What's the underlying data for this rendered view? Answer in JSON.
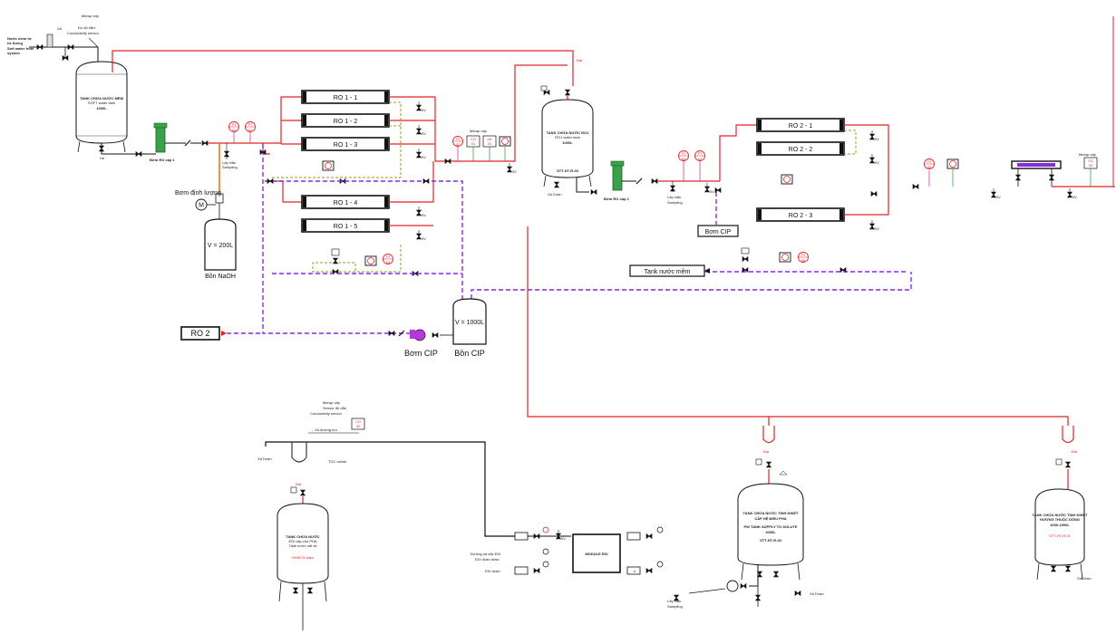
{
  "top_left": {
    "meter_top": "Merap cấp",
    "conductivity": [
      "Đo độ dẫn/",
      "Conductivity sensor"
    ],
    "soft_water_in": [
      "Nước mềm từ",
      "hệ thống",
      "Soft water from",
      "system"
    ],
    "drain_small": "Xả"
  },
  "tank_soft": {
    "lines": [
      "TANK CHỨA NƯỚC MỀM",
      "SOFT water tank",
      "1000L"
    ],
    "drain": "Xả"
  },
  "pump_ro1_label": "Bơm RO cấp 1",
  "sampling": [
    "Lấy mẫu",
    "Sampling"
  ],
  "dosing": {
    "pump_label": "Bơm định lượng",
    "motor": "M",
    "tank_volume": "V = 200L",
    "tank_name": "Bồn NaOH"
  },
  "ro1": {
    "modules": [
      "RO 1 - 1",
      "RO 1 - 2",
      "RO 1 - 3",
      "RO 1 - 4",
      "RO 1 - 5"
    ]
  },
  "instr": {
    "pi01": [
      "PI",
      "01"
    ],
    "pt01": [
      "PT",
      "01"
    ],
    "pi02": [
      "PI",
      "02"
    ],
    "pi03": [
      "PI",
      "03"
    ],
    "pi04": [
      "PI",
      "04"
    ],
    "pt02": [
      "PT",
      "02"
    ],
    "pi05": [
      "PI",
      "05"
    ],
    "pi06": [
      "PI",
      "06"
    ],
    "fi": [
      "CO",
      "01"
    ],
    "ph": [
      "pH",
      "01"
    ],
    "cd": [
      "CD",
      "02"
    ]
  },
  "merap_ro1_out": "Merap cấp",
  "ro2_box": "RO 2",
  "cip": {
    "pump_label": "Bơm CIP",
    "tank_volume": "V = 1000L",
    "tank_name": "Bồn CIP",
    "pump_label_ro2": "Bơm CIP"
  },
  "pass_label": "Đạt",
  "tank_ro1": {
    "lines": [
      "TANK CHỨA NƯỚC RO1",
      "RO1 water tank",
      "1000L"
    ],
    "tag": "STT-HT-R-03",
    "drain": "Xả Drain"
  },
  "pump_ro2_label": "Bơm RO cấp 2",
  "ro2": {
    "modules": [
      "RO 2 - 1",
      "RO 2 - 2",
      "RO 2 - 3"
    ]
  },
  "tank_nuoc_mem": "Tank nước mềm",
  "merap_right": "Merap cấp",
  "bottom_left": {
    "merap": "Merap cấp",
    "sensor": [
      "Sensor độ dẫn",
      "Conductivity sensor"
    ],
    "to_tank": "→ Xả đường lưu",
    "drain": "Xả Drain",
    "toc": "TOC online",
    "tank_lines": [
      "TANK CHỨA NƯỚC",
      "EDI cấp cho PHA",
      "Tank nước cất xả"
    ],
    "tank_red": "HHM 02 data"
  },
  "edi": {
    "module": "MODULE EDI",
    "conc_drain": [
      "Đường xả của EDI",
      "EDI drain drain"
    ],
    "edi_drain": "EDI drain",
    "sampling": [
      "Lấy mẫu",
      "Sampling"
    ],
    "drain": "Xả Drain"
  },
  "tank_pw": {
    "lines": [
      "TANK CHỨA NƯỚC TINH KHIẾT",
      "CẤP HỆ ĐIỀU PHA",
      "PW TANK SUPPLY TO SOLUTE",
      "2000L"
    ],
    "tag": "STT-HT-R-03"
  },
  "tank_wfi": {
    "lines": [
      "TANK CHỨA NƯỚC TINH KHIẾT",
      "HƯỚNG THUỘC DÒNG",
      "1000-1500L"
    ],
    "tag": "STT-HT-R-01",
    "drain": "Xả Drain"
  }
}
